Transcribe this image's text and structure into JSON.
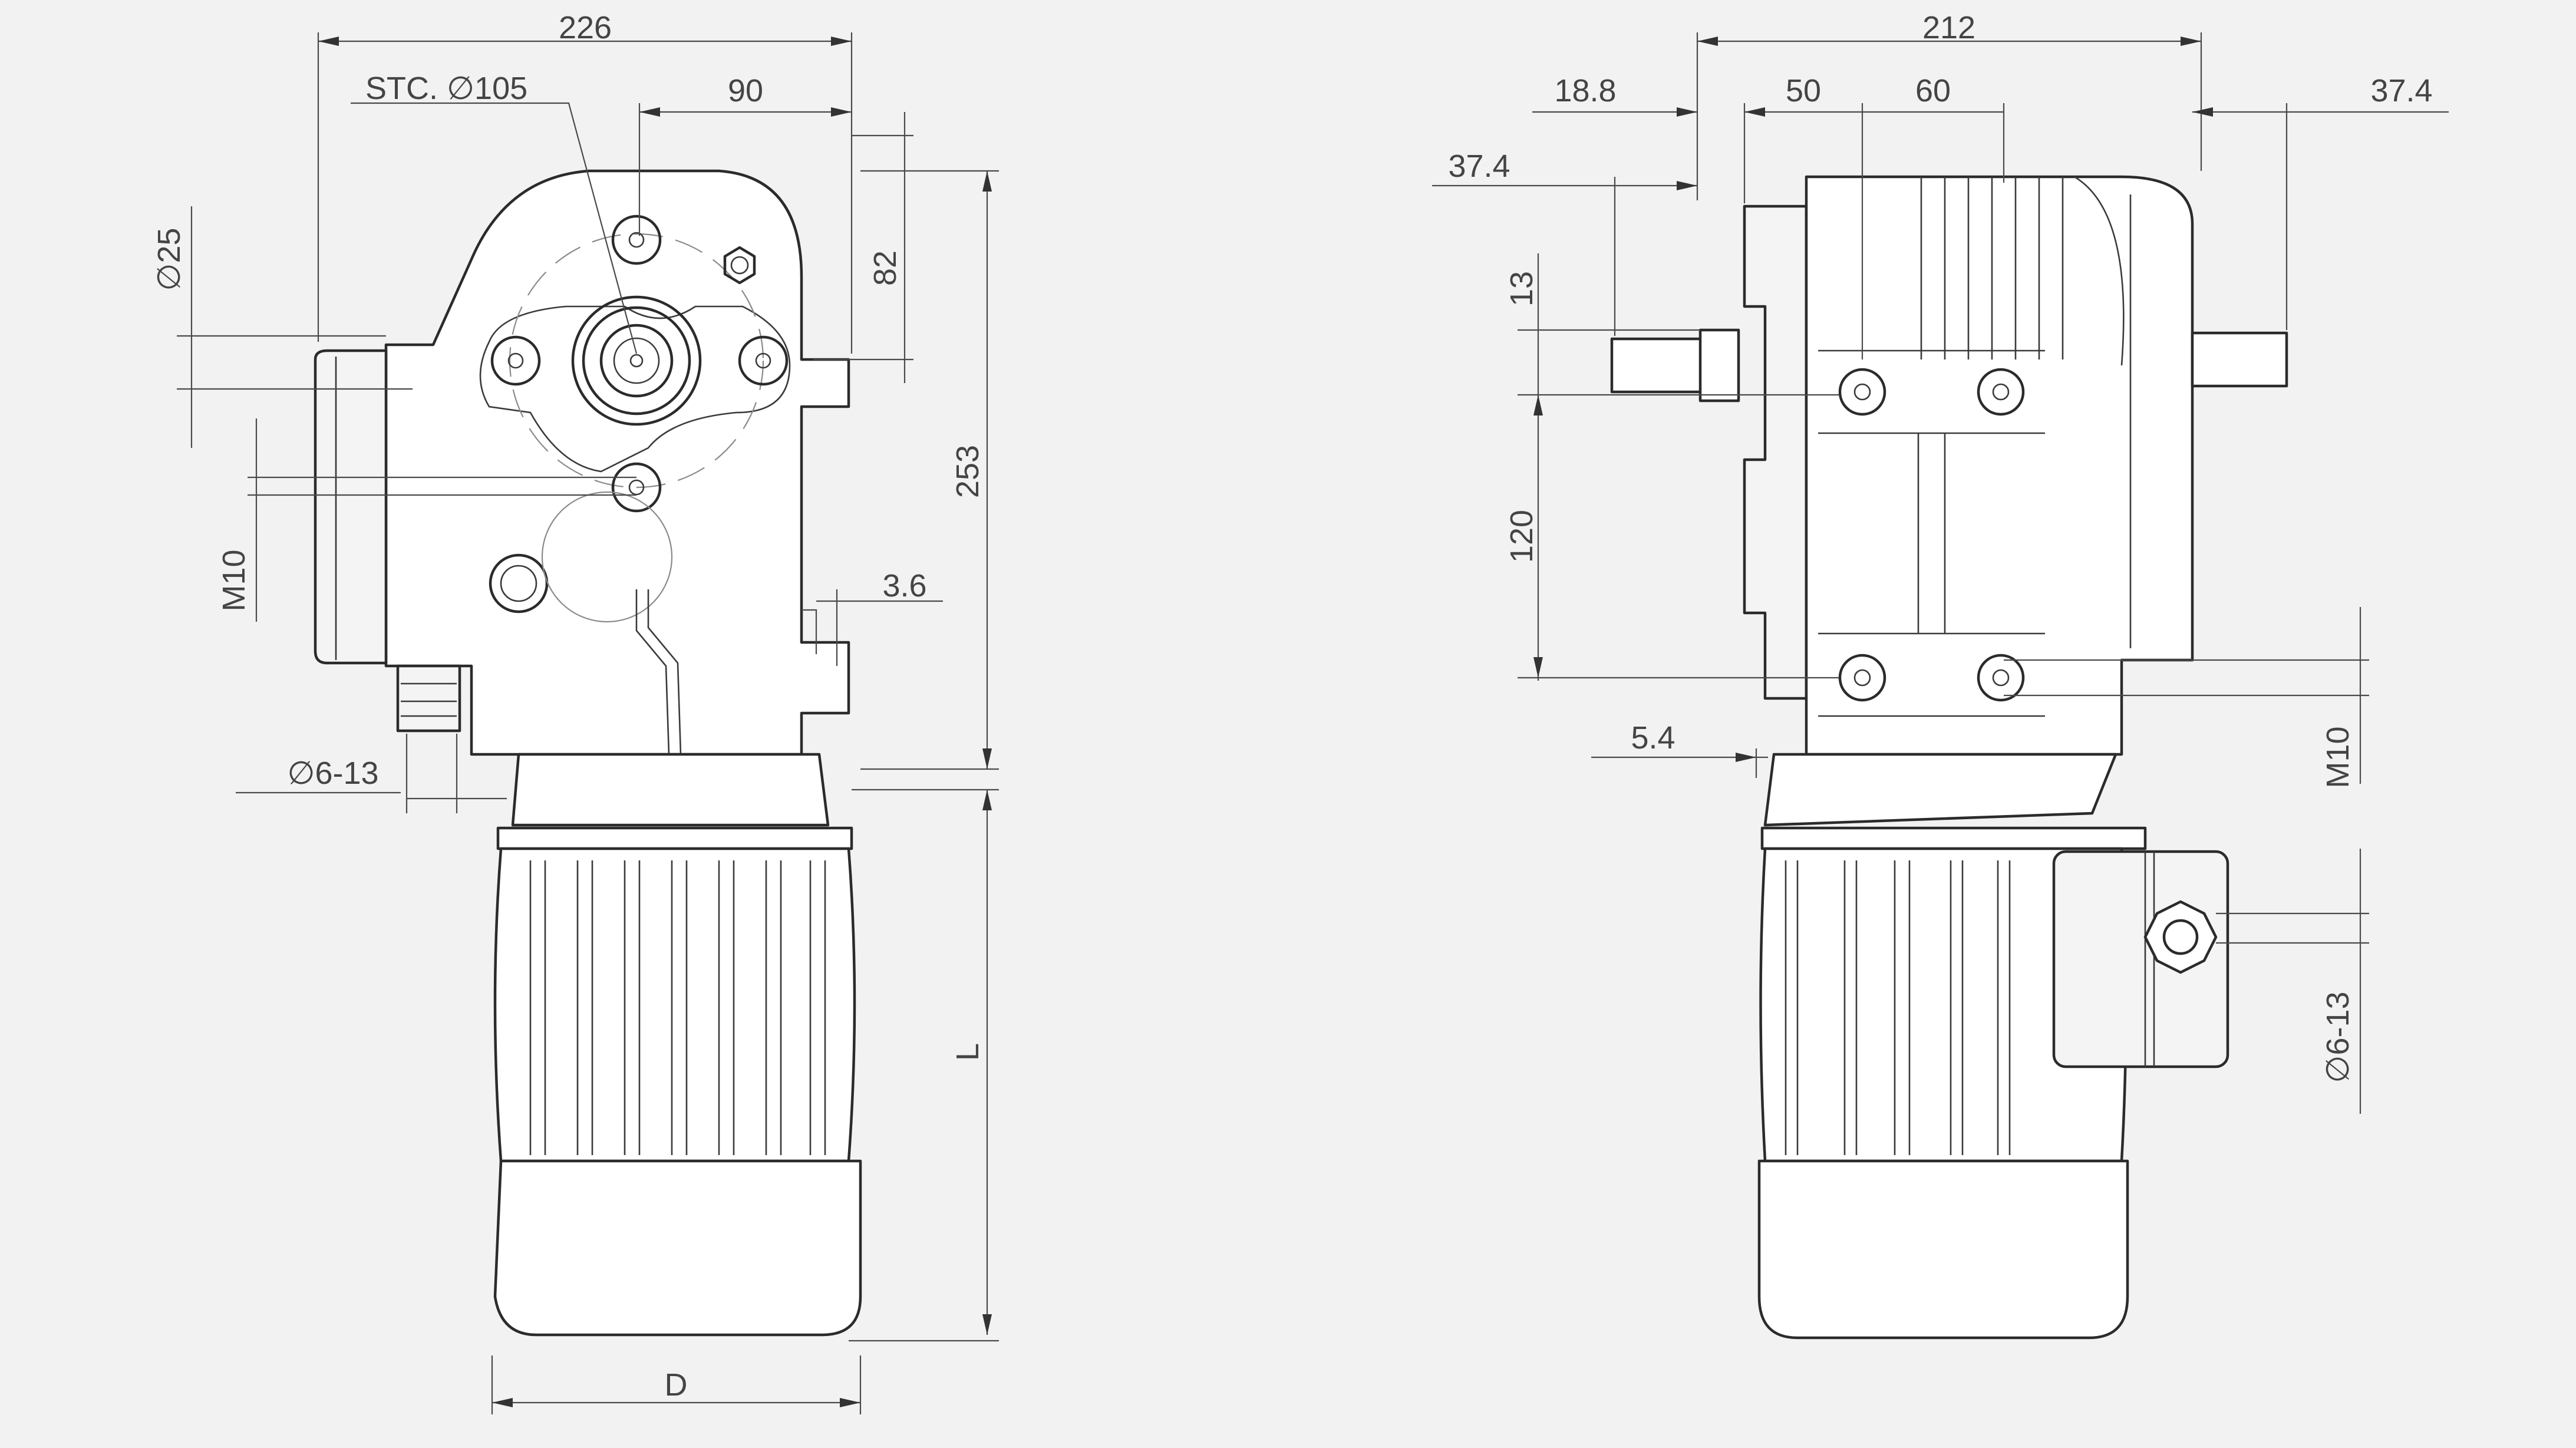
{
  "diagram": {
    "front_view": {
      "width_overall": "226",
      "pitch_circle_label": "STC. ∅105",
      "offset_right": "90",
      "shaft_diameter": "∅25",
      "height_top": "82",
      "height_main": "253",
      "thread_left": "M10",
      "offset_small": "3.6",
      "cable_gland": "∅6-13",
      "motor_length": "L",
      "motor_diameter": "D"
    },
    "side_view": {
      "width_overall": "212",
      "left_offset": "18.8",
      "spacing_a": "50",
      "spacing_b": "60",
      "shaft_right": "37.4",
      "shaft_left": "37.4",
      "shaft_height": "13",
      "bolt_spacing": "120",
      "base_offset": "5.4",
      "thread_right": "M10",
      "cable_gland": "∅6-13"
    }
  }
}
